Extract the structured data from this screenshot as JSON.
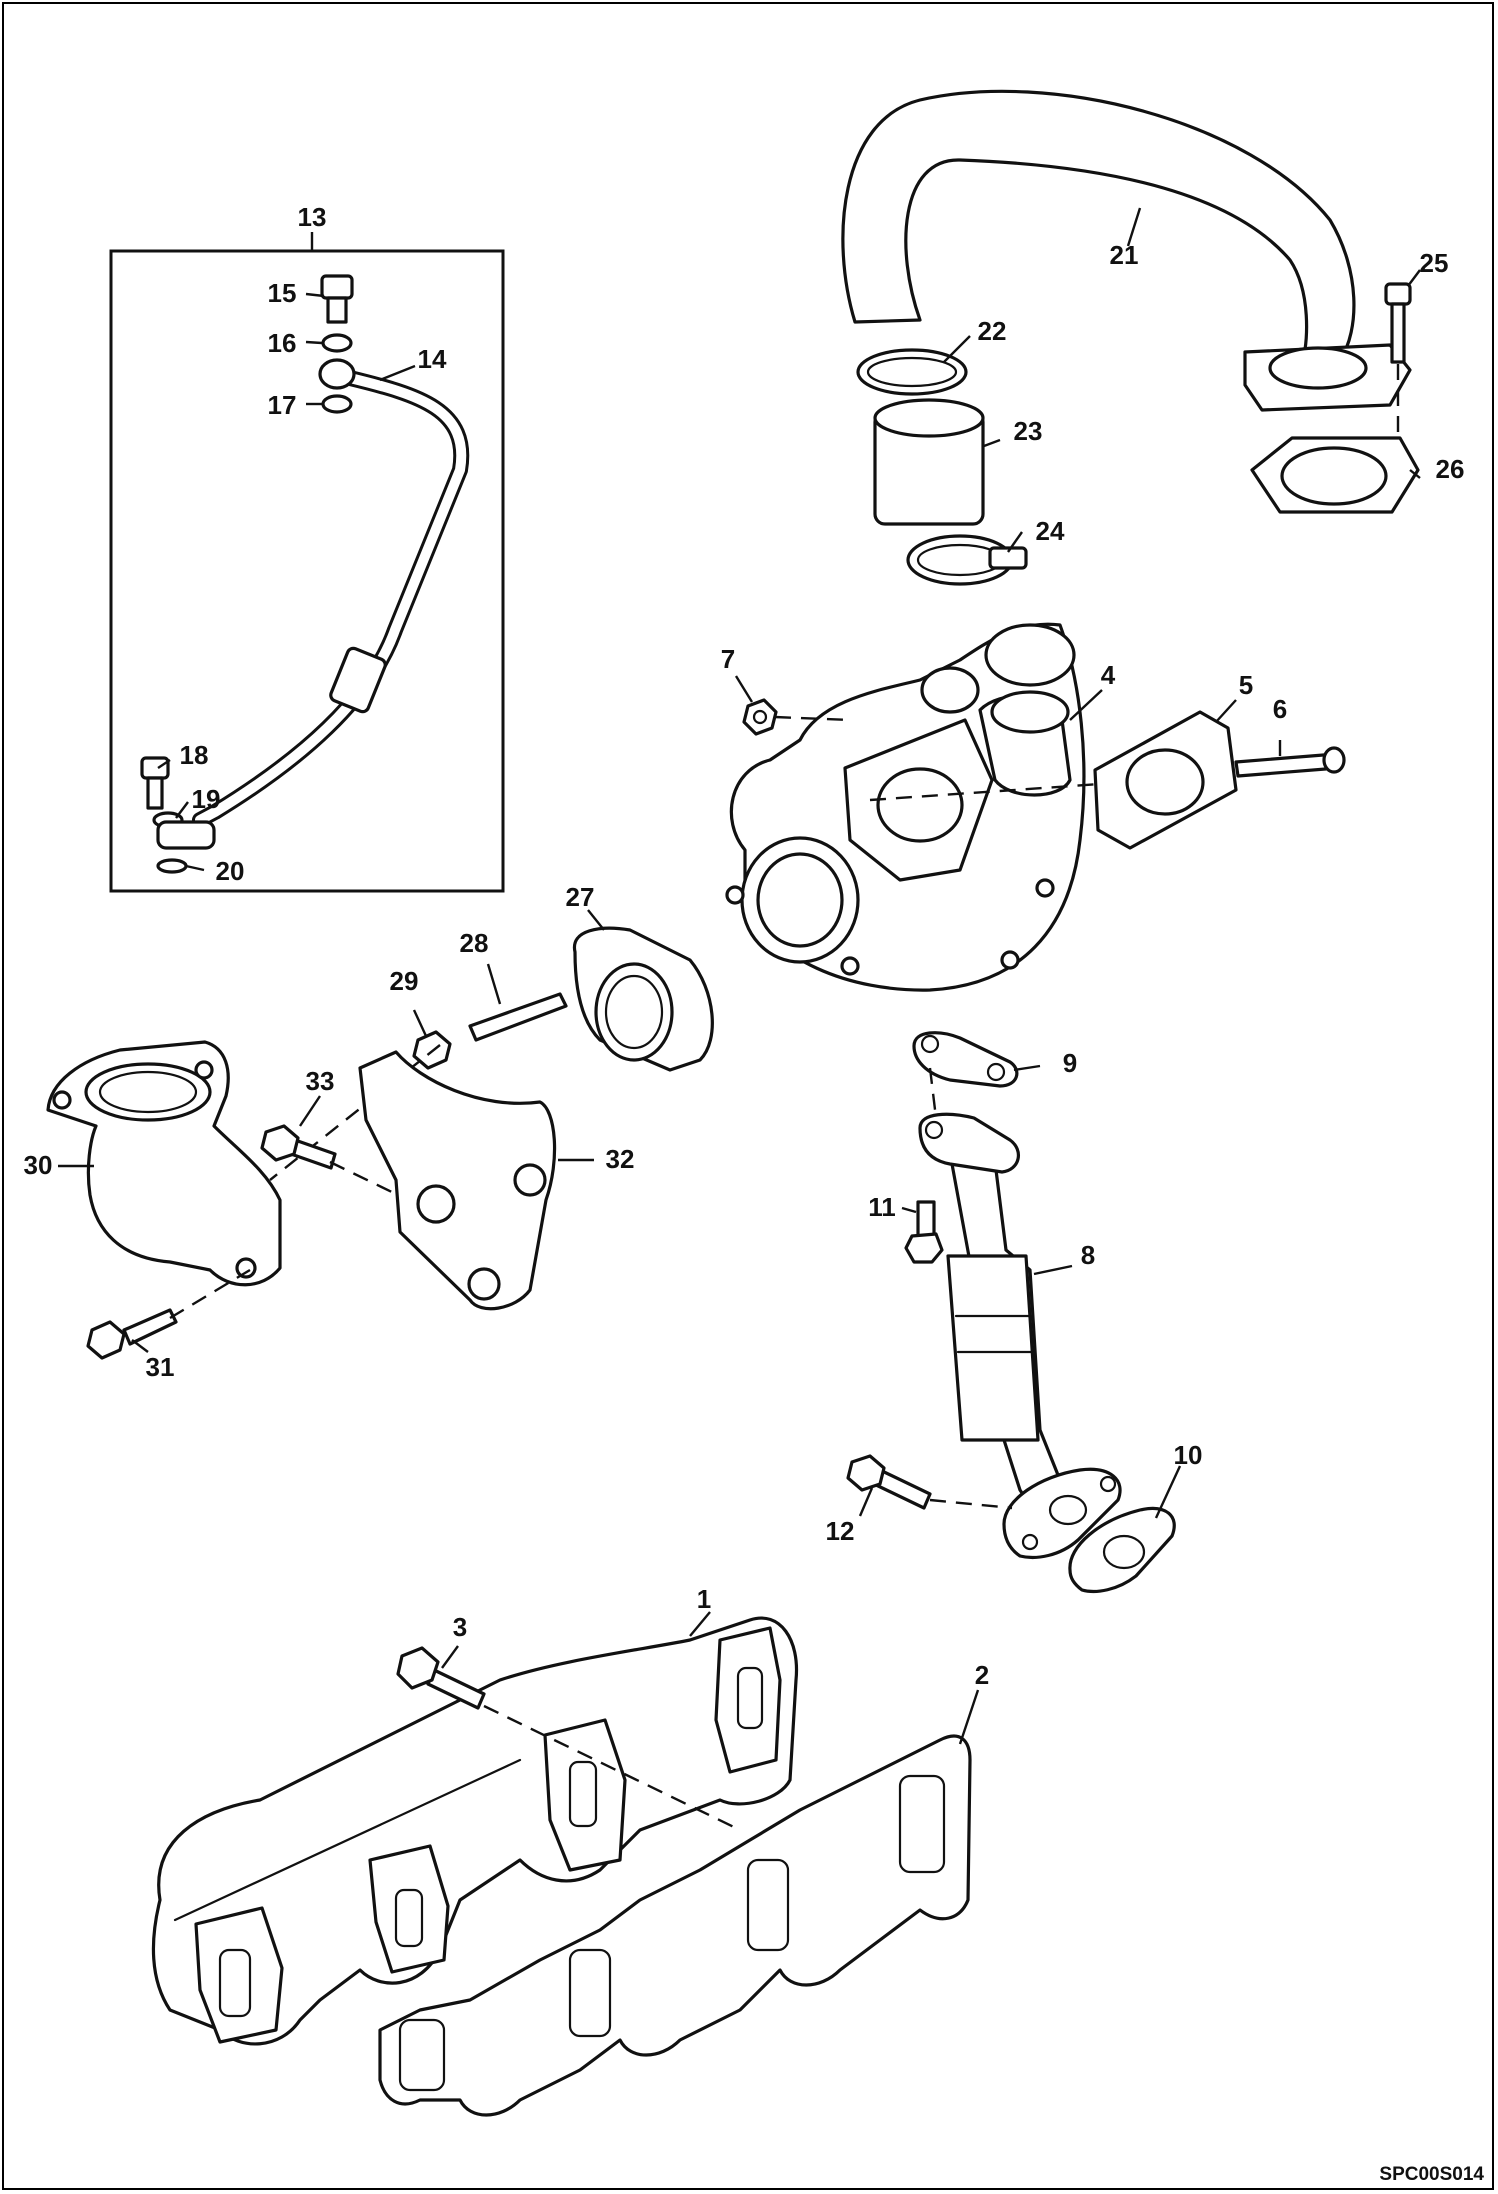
{
  "callouts": {
    "c1": "1",
    "c2": "2",
    "c3": "3",
    "c4": "4",
    "c5": "5",
    "c6": "6",
    "c7": "7",
    "c8": "8",
    "c9": "9",
    "c10": "10",
    "c11": "11",
    "c12": "12",
    "c13": "13",
    "c14": "14",
    "c15": "15",
    "c16": "16",
    "c17": "17",
    "c18": "18",
    "c19": "19",
    "c20": "20",
    "c21": "21",
    "c22": "22",
    "c23": "23",
    "c24": "24",
    "c25": "25",
    "c26": "26",
    "c27": "27",
    "c28": "28",
    "c29": "29",
    "c30": "30",
    "c31": "31",
    "c32": "32",
    "c33": "33"
  },
  "figure_code": "SPC00S014"
}
